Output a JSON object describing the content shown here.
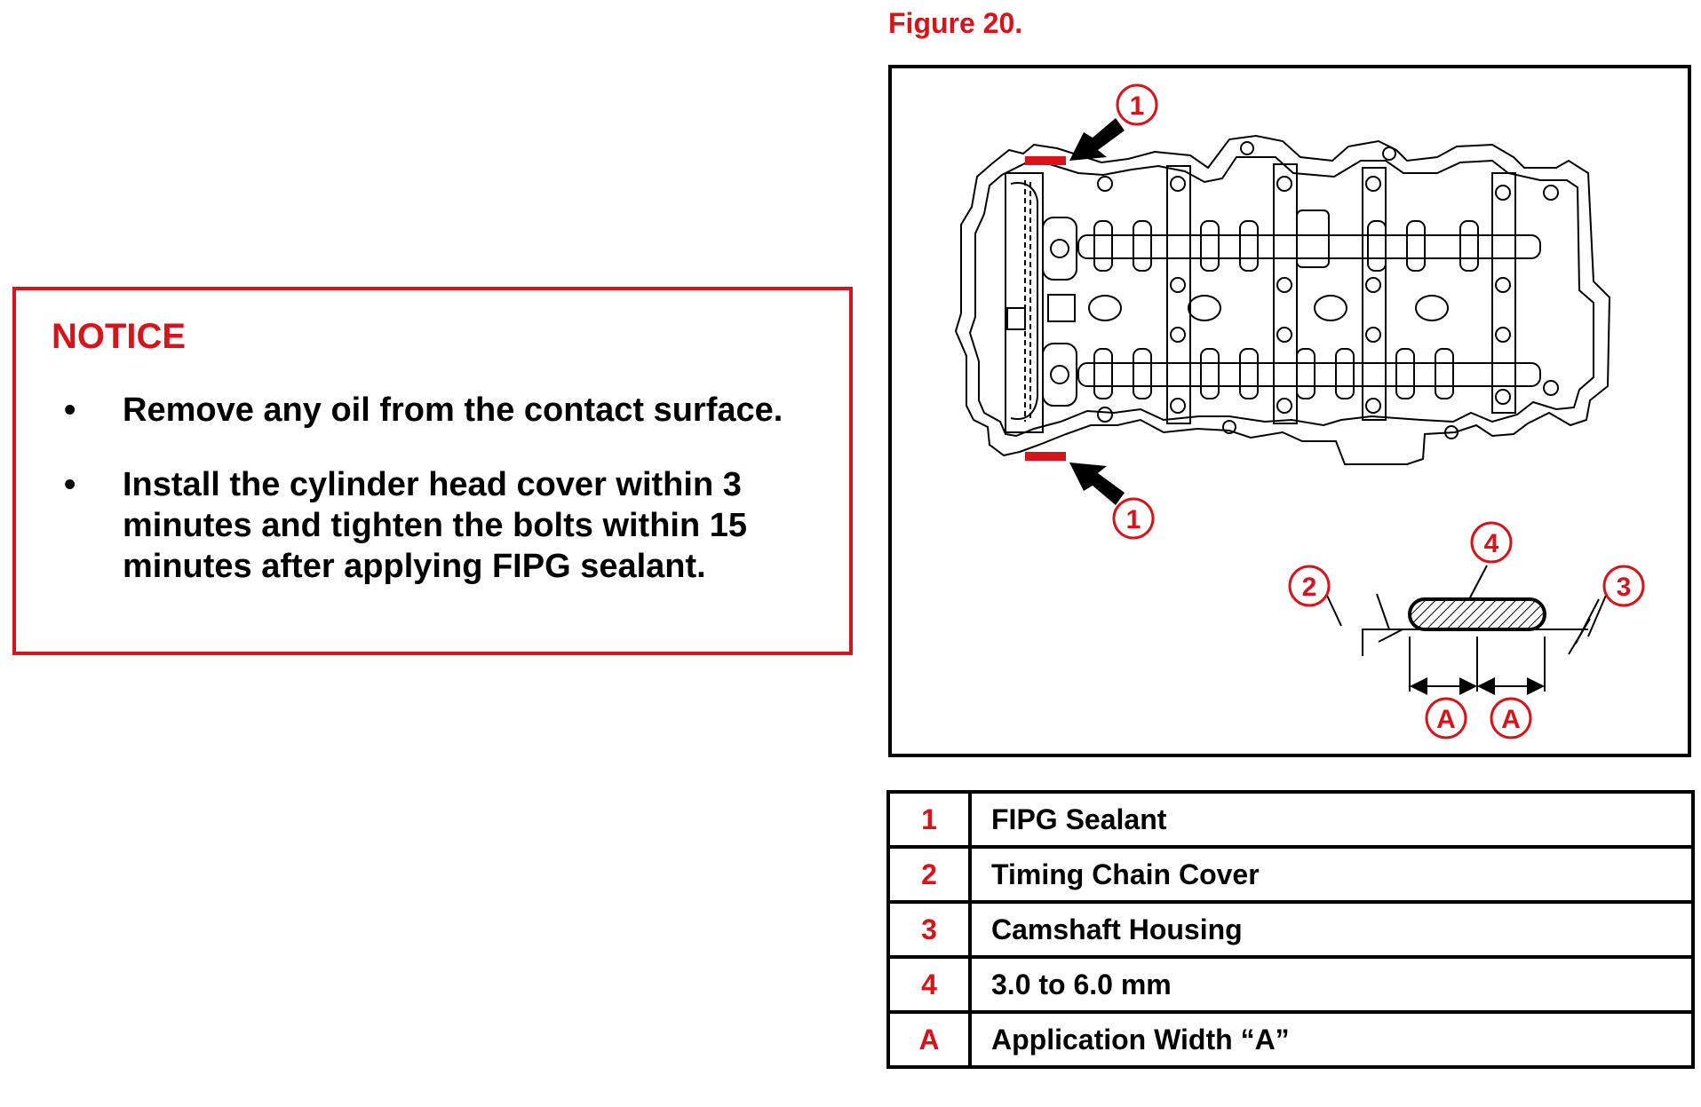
{
  "figure": {
    "caption": "Figure 20.",
    "callouts": {
      "sealant_top": "1",
      "sealant_bottom": "1",
      "timing_chain_cover": "2",
      "camshaft_housing": "3",
      "bead_width": "4",
      "width_a_left": "A",
      "width_a_right": "A"
    }
  },
  "notice": {
    "title": "NOTICE",
    "items": [
      "Remove any oil from the contact surface.",
      "Install the cylinder head cover within 3 minutes and tighten the bolts within 15 minutes after applying FIPG sealant."
    ]
  },
  "legend": [
    {
      "key": "1",
      "text": "FIPG Sealant"
    },
    {
      "key": "2",
      "text": "Timing Chain Cover"
    },
    {
      "key": "3",
      "text": "Camshaft Housing"
    },
    {
      "key": "4",
      "text": "3.0 to 6.0 mm"
    },
    {
      "key": "A",
      "text": "Application Width “A”"
    }
  ],
  "colors": {
    "accent_red": "#d8141b",
    "line": "#000000"
  }
}
